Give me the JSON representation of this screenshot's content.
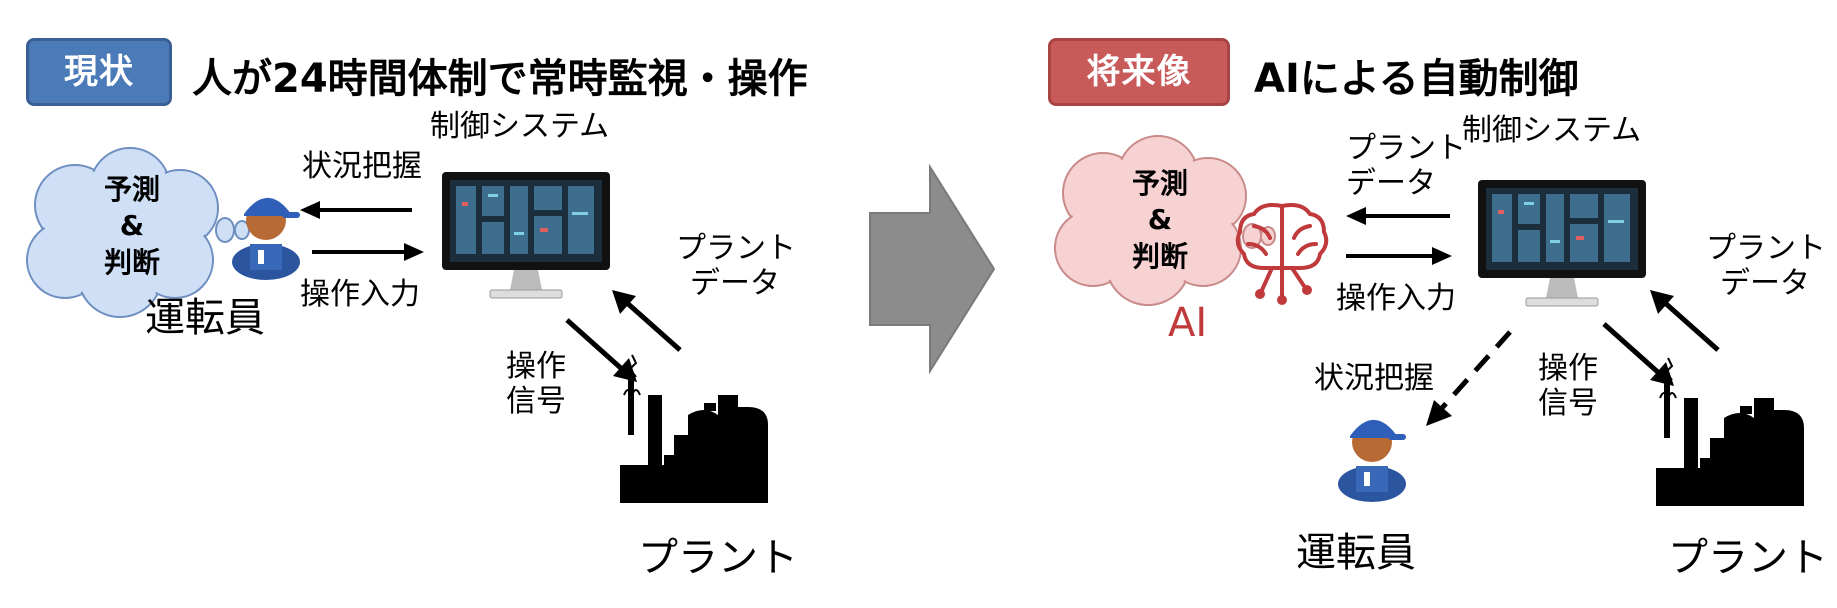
{
  "left": {
    "badge": "現状",
    "heading": "人が24時間体制で常時監視・操作",
    "cloud": {
      "line1": "予測",
      "line2": "&",
      "line3": "判断"
    },
    "operator_label": "運転員",
    "system_label": "制御システム",
    "status_label": "状況把握",
    "input_label": "操作入力",
    "plant_data_label": {
      "line1": "プラント",
      "line2": "データ"
    },
    "signal_label": {
      "line1": "操作",
      "line2": "信号"
    },
    "plant_label": "プラント"
  },
  "right": {
    "badge": "将来像",
    "heading": "AIによる自動制御",
    "cloud": {
      "line1": "予測",
      "line2": "&",
      "line3": "判断"
    },
    "ai_label": "AI",
    "system_label": "制御システム",
    "plant_data_top_label": {
      "line1": "プラント",
      "line2": "データ"
    },
    "input_label": "操作入力",
    "status_label": "状況把握",
    "plant_data_label": {
      "line1": "プラント",
      "line2": "データ"
    },
    "signal_label": {
      "line1": "操作",
      "line2": "信号"
    },
    "operator_label": "運転員",
    "plant_label": "プラント"
  },
  "colors": {
    "blue_badge": "#4a7ab8",
    "red_badge": "#c85a5a",
    "cloud_blue": "#cfe0f6",
    "cloud_pink": "#f7d2d2",
    "ai_red": "#c0393b",
    "arrow_gray": "#8c8c8c"
  }
}
